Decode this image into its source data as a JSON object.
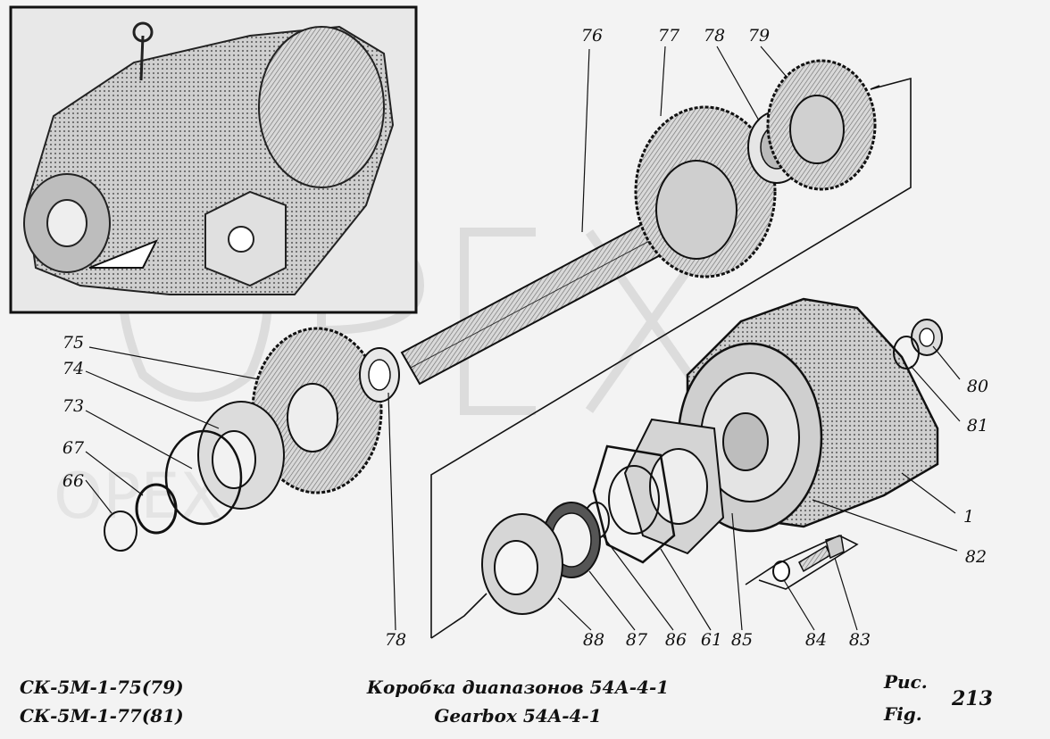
{
  "labels": {
    "76": "76",
    "77": "77",
    "78_top": "78",
    "79": "79",
    "75": "75",
    "74": "74",
    "73": "73",
    "67": "67",
    "66": "66",
    "80": "80",
    "81": "81",
    "1": "1",
    "82": "82",
    "78_bottom": "78",
    "88": "88",
    "87": "87",
    "86": "86",
    "61": "61",
    "85": "85",
    "84": "84",
    "83": "83"
  },
  "footer": {
    "model_line1": "СК-5М-1-75(79)",
    "model_line2": "СК-5М-1-77(81)",
    "title_ru": "Коробка диапазонов 54А-4-1",
    "title_en": "Gearbox 54A-4-1",
    "fig_ru": "Рис.",
    "fig_en": "Fig.",
    "fig_number": "213"
  },
  "watermark": "OPEX",
  "colors": {
    "background": "#f3f3f3",
    "ink": "#1a1a1a",
    "part_fill": "#d6d6d6",
    "part_dark": "#8a8a8a",
    "watermark": "#e2e2e2"
  }
}
